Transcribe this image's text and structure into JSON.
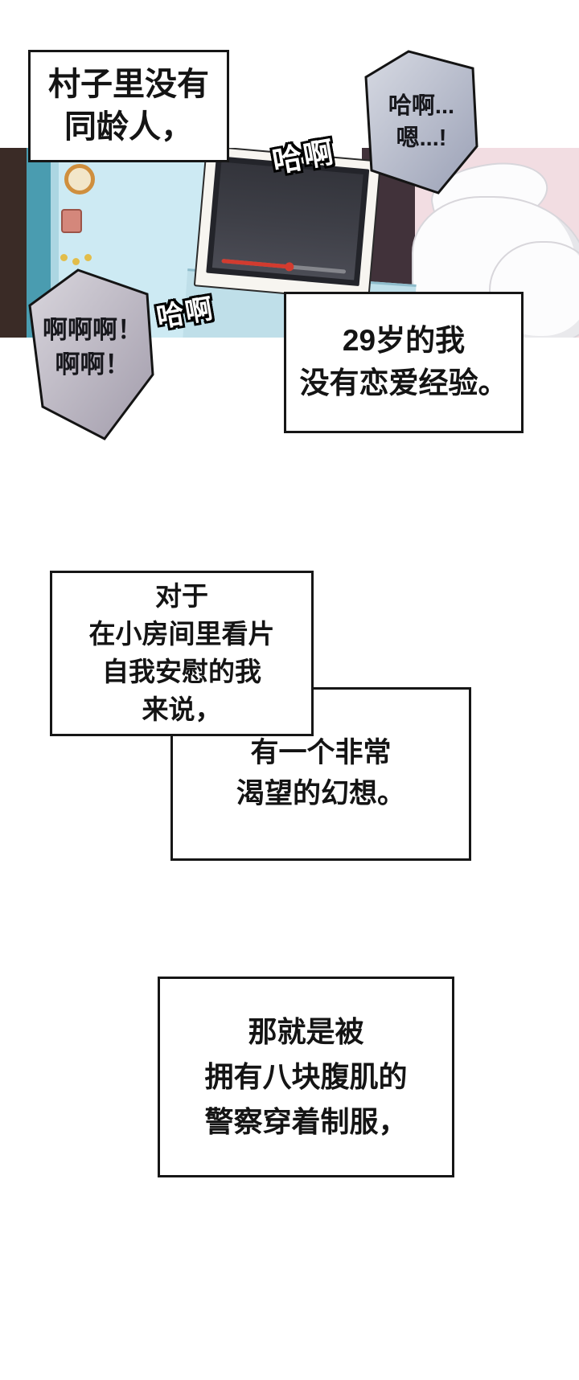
{
  "captions": {
    "no_peers": "村子里没有\n同龄人，",
    "no_experience": "29岁的我\n没有恋爱经验。",
    "about_me": "对于\n在小房间里看片\n自我安慰的我\n来说，",
    "fantasy": "有一个非常\n渴望的幻想。",
    "police_fantasy": "那就是被\n拥有八块腹肌的\n警察穿着制服，"
  },
  "bubbles": {
    "moan_right": "哈啊...\n嗯...!",
    "moan_left": "啊啊啊！\n啊啊！"
  },
  "sfx": {
    "haa_top": "哈啊",
    "haa_bottom": "哈啊"
  },
  "scene": {
    "video_progress_pct": 55,
    "colors": {
      "door_dark": "#3a2b26",
      "wall_teal": "#4a9cb0",
      "panel_blue": "#cdeaf3",
      "desk_blue": "#bfdfe9",
      "monitor_frame": "#f7f5f0",
      "bezel": "#23242a",
      "screen_dark": "#3f4048",
      "progress_red": "#d23b2f",
      "wall_dark_right": "#41323a",
      "wall_pink": "#f2dde2",
      "blanket_white": "#fcfcfd"
    }
  }
}
